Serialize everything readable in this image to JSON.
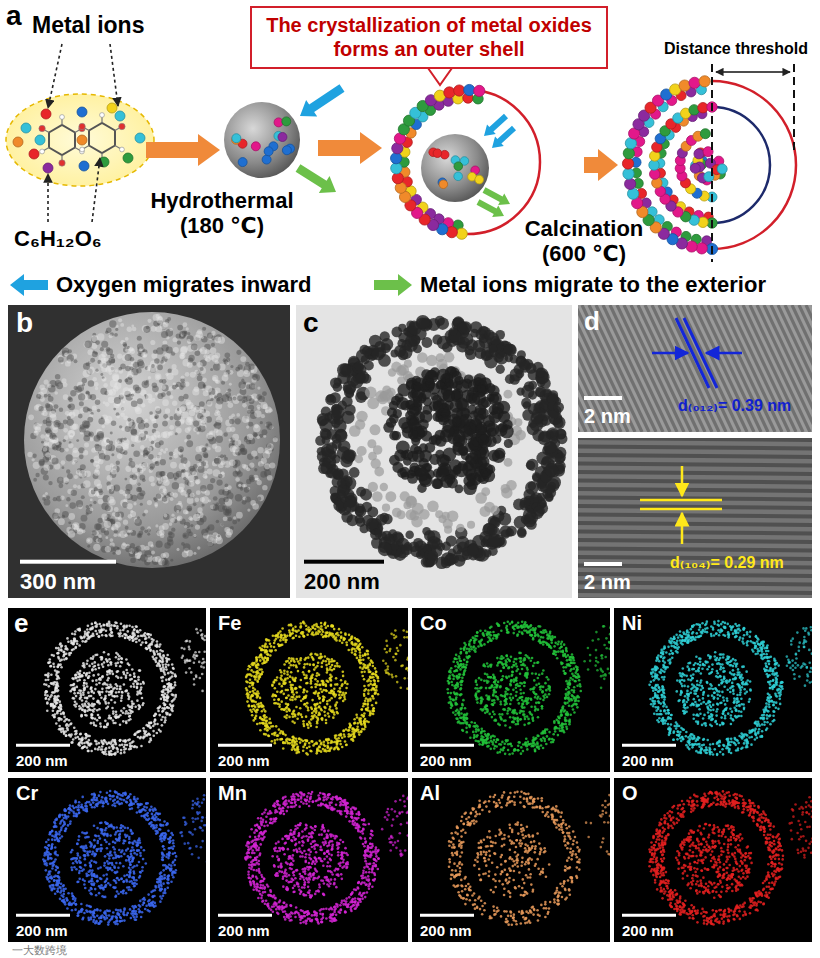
{
  "diagram": {
    "nodes": [
      {
        "text": [
          "The crystallization of metal oxides forms an outer shell"
        ]
      },
      {
        "text": [
          "b",
          "300 nm"
        ]
      },
      {
        "text": [
          "c",
          "200 nm"
        ]
      },
      {
        "text": [
          "d",
          "2 nm",
          "d₍₀₁₂₎= 0.39 nm"
        ]
      },
      {
        "text": [
          "2 nm",
          "d₍₁₀₄₎= 0.29 nm"
        ]
      },
      {
        "text": [
          "e",
          "200 nm"
        ]
      },
      {
        "text": [
          "Fe",
          "200 nm"
        ]
      },
      {
        "text": [
          "Co",
          "200 nm"
        ]
      },
      {
        "text": [
          "Ni",
          "200 nm"
        ]
      },
      {
        "text": [
          "Cr",
          "200 nm"
        ]
      },
      {
        "text": [
          "Mn",
          "200 nm"
        ]
      },
      {
        "text": [
          "Al",
          "200 nm"
        ]
      },
      {
        "text": [
          "O",
          "200 nm"
        ]
      }
    ],
    "labels": [
      "a",
      "Metal ions",
      "C₆H₁₂O₆",
      "Hydrothermal (180 ℃)",
      "Calcination (600 ℃)",
      "Distance threshold",
      "一大数跨境"
    ],
    "legend": [
      {
        "text": "Oxygen migrates inward"
      },
      {
        "text": "Metal ions migrate to the exterior"
      }
    ]
  }
}
